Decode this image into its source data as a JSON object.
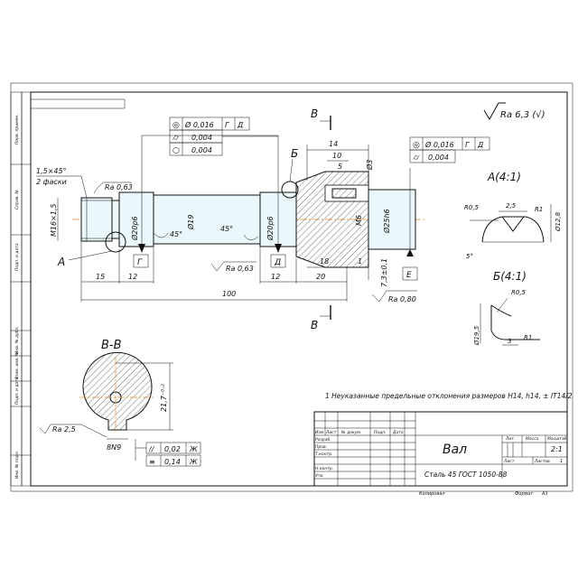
{
  "roughness_general": "Ra 6,3 (√)",
  "left_strip": {
    "cells": [
      "Перв. примен.",
      "Справ. №",
      "Подп. и дата",
      "Инв. № дубл.",
      "Взам. инв. №",
      "Подп. и дата",
      "Инв. № подл."
    ]
  },
  "main_view": {
    "chamfer_note": "1,5×45°",
    "chamfer_note2": "2 фаски",
    "thread": "M16×1,5",
    "ra_063_a": "Ra 0,63",
    "ra_063_b": "Ra 0,63",
    "d_left_journal": "Ø20р6",
    "d_middle": "Ø19",
    "d_right_journal": "Ø20р6",
    "d_flange": "Ø25h6",
    "angle_left": "45°",
    "angle_right": "45°",
    "base_g": "Г",
    "base_d": "Д",
    "base_e": "Е",
    "section_letter": "В",
    "callout_a": "А",
    "callout_b": "Б",
    "dims": {
      "d15": "15",
      "d12a": "12",
      "d100": "100",
      "d12b": "12",
      "d20": "20",
      "d18": "18",
      "d1": "1",
      "d14": "14",
      "d10": "10",
      "d5": "5",
      "d3": "Ø3",
      "m6": "M6",
      "d73": "7,3±0,1"
    },
    "ra_080": "Ra 0,80"
  },
  "tolerance_frame_left": {
    "row1": {
      "sym": "◎",
      "val": "Ø 0,016",
      "b1": "Г",
      "b2": "Д"
    },
    "row2": {
      "sym": "⌭",
      "val": "0,004"
    },
    "row3": {
      "sym": "○",
      "val": "0,004"
    }
  },
  "tolerance_frame_right": {
    "row1": {
      "sym": "◎",
      "val": "Ø 0,016",
      "b1": "Г",
      "b2": "Д"
    },
    "row2": {
      "sym": "⌭",
      "val": "0,004"
    }
  },
  "detail_a": {
    "title": "А(4:1)",
    "r05": "R0,5",
    "d25": "2,5",
    "r1": "R1",
    "d128": "Ø12,8",
    "ang": "5°"
  },
  "detail_b": {
    "title": "Б(4:1)",
    "r05": "R0,5",
    "d195": "Ø19,5",
    "d3": "3",
    "r1": "R1"
  },
  "section_vv": {
    "title": "В-В",
    "dim_217": "21,7⁻⁰·²",
    "ra25": "Ra 2,5",
    "width": "8N9",
    "tol_row1": {
      "sym": "//",
      "val": "0,02",
      "base": "Ж"
    },
    "tol_row2": {
      "sym": "≡",
      "val": "0,14",
      "base": "Ж"
    }
  },
  "note": "1 Неуказанные предельные отклонения размеров H14, h14, ± IT14/2",
  "title_block": {
    "name": "Вал",
    "material": "Сталь 45 ГОСТ 1050-88",
    "col_headers": [
      "Изм",
      "Лист",
      "№ докум.",
      "Подп.",
      "Дата"
    ],
    "roles": [
      "Разраб.",
      "Пров.",
      "Т.контр.",
      "",
      "Н.контр.",
      "Утв."
    ],
    "lit_label": "Лит.",
    "mass_label": "Масса",
    "scale_label": "Масштаб",
    "scale_value": "2:1",
    "sheet_label": "Лист",
    "sheets_label": "Листов",
    "sheets_value": "1",
    "copied": "Копировал",
    "format_label": "Формат",
    "format_value": "А3"
  }
}
